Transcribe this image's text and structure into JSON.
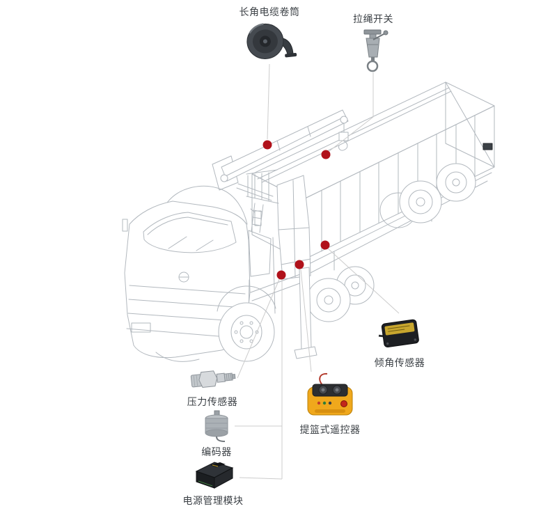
{
  "diagram": {
    "background": "#ffffff",
    "marker_color": "#b0111a",
    "connector_color": "#cccccc",
    "wireframe_color": "#b2b8be",
    "label_color": "#3c4146",
    "components": {
      "cable_reel": {
        "label": "长角电缆卷筒",
        "icon": "cable-reel-icon"
      },
      "pull_rope_switch": {
        "label": "拉绳开关",
        "icon": "pull-rope-switch-icon"
      },
      "tilt_sensor": {
        "label": "倾角传感器",
        "icon": "tilt-sensor-icon"
      },
      "pressure_sensor": {
        "label": "压力传感器",
        "icon": "pressure-sensor-icon"
      },
      "basket_remote": {
        "label": "提篮式遥控器",
        "icon": "basket-remote-icon"
      },
      "encoder": {
        "label": "编码器",
        "icon": "encoder-icon"
      },
      "power_module": {
        "label": "电源管理模块",
        "icon": "power-module-icon"
      }
    },
    "markers": [
      {
        "id": "marker-boom"
      },
      {
        "id": "marker-boom-tip"
      },
      {
        "id": "marker-chassis-side"
      },
      {
        "id": "marker-crane-base-upper"
      },
      {
        "id": "marker-crane-base-lower"
      }
    ]
  }
}
